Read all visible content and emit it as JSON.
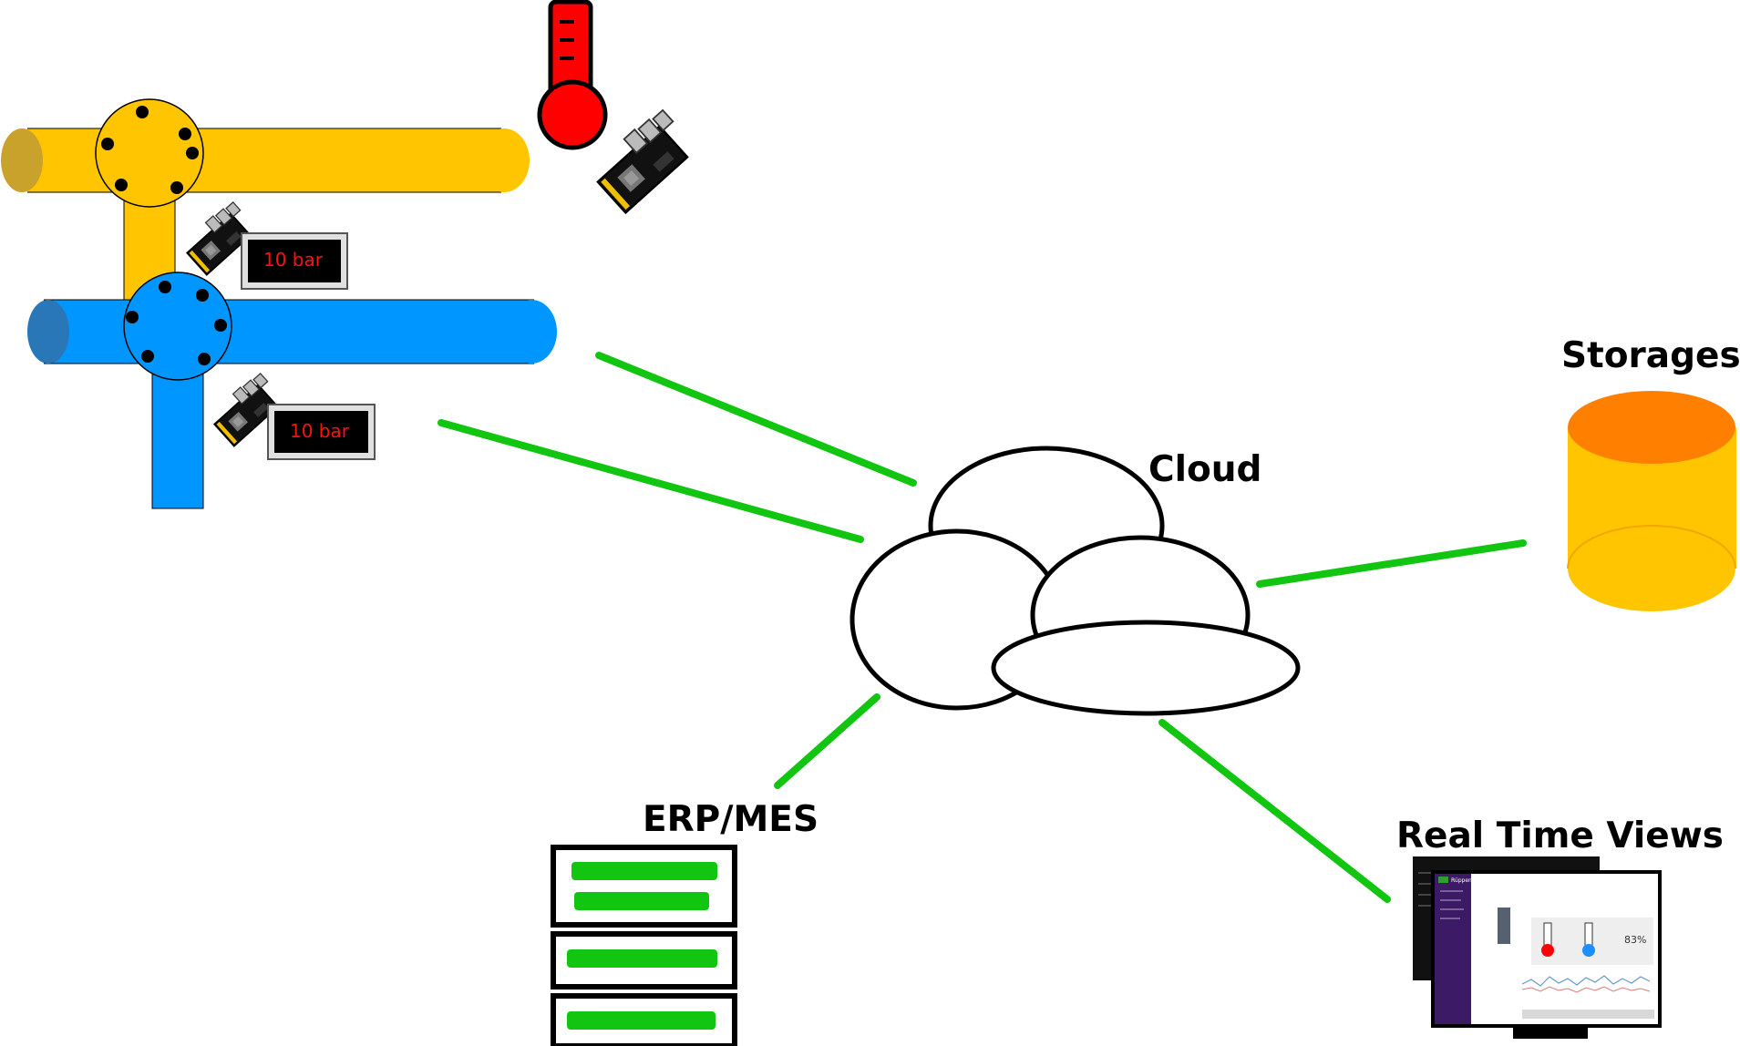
{
  "labels": {
    "cloud": "Cloud",
    "storages": "Storages",
    "erp": "ERP/MES",
    "realtime": "Real Time Views"
  },
  "gauges": [
    {
      "reading": "10 bar"
    },
    {
      "reading": "10 bar"
    }
  ],
  "dashboard": {
    "brand": "Rüppen",
    "percent": "83%"
  },
  "colors": {
    "connection": "#11c511",
    "pipe_yellow": "#ffc600",
    "pipe_blue": "#0096ff",
    "thermometer": "#ff0000",
    "storage_top": "#ff8000",
    "storage_body": "#ffc600",
    "gauge_text": "#ff1010"
  },
  "icons": [
    "thermometer-icon",
    "sensor-board-icon",
    "pressure-gauge-icon",
    "cloud-icon",
    "database-icon",
    "server-rack-icon",
    "monitor-icon"
  ]
}
